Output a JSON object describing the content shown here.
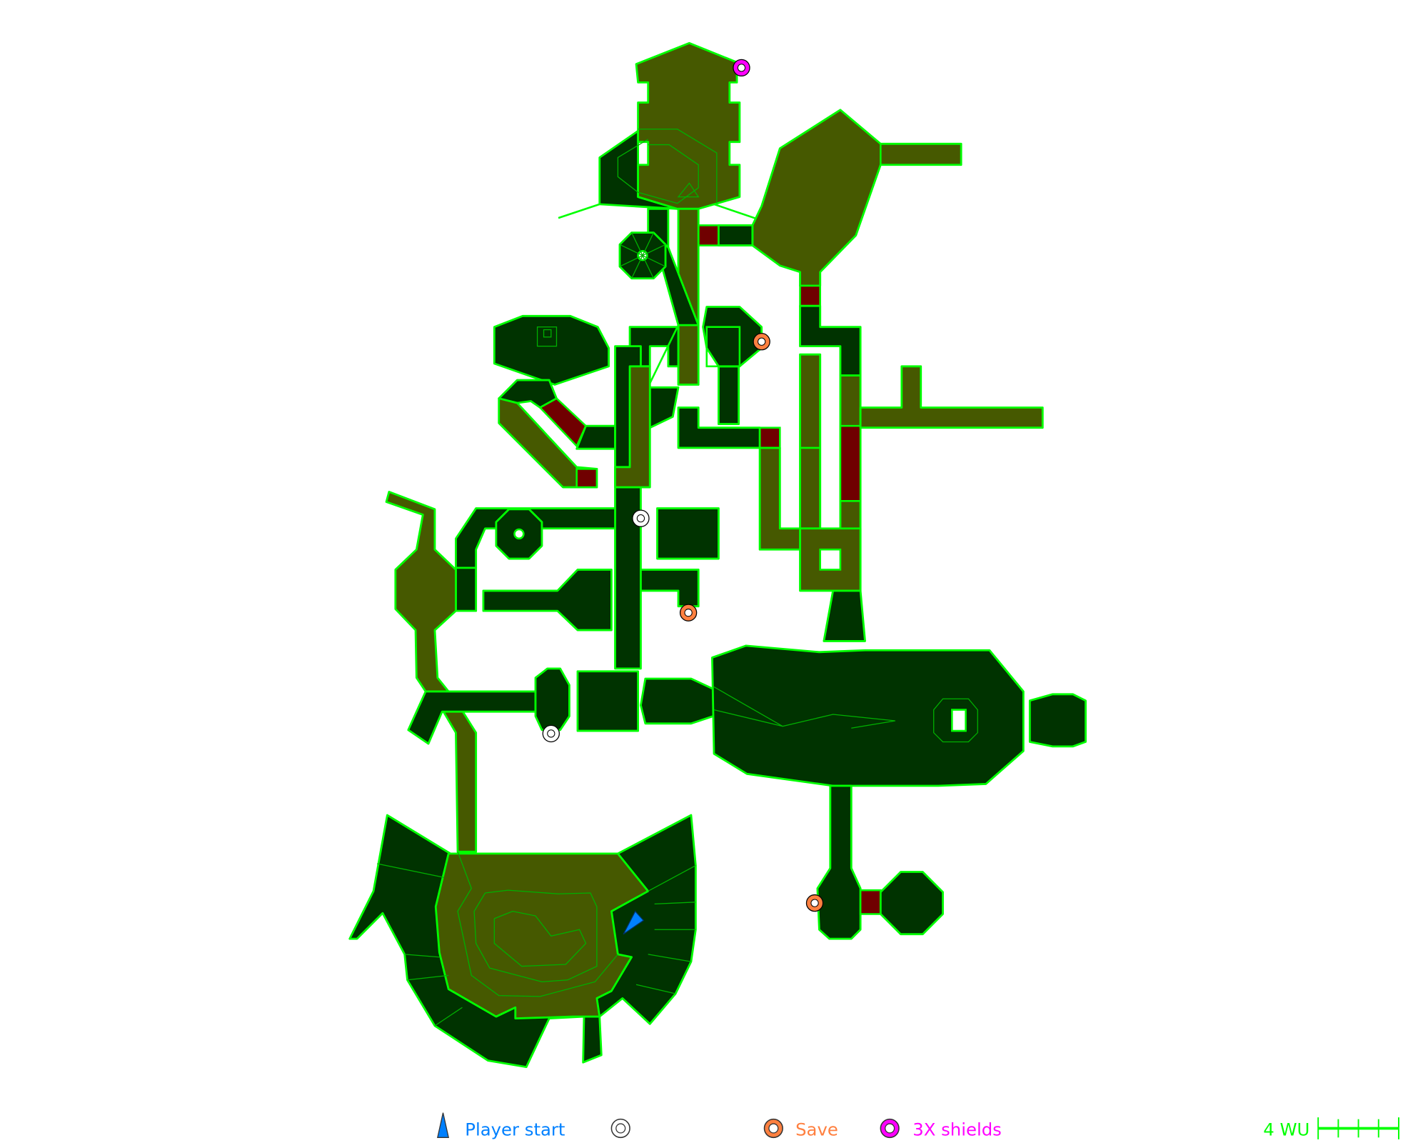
{
  "map": {
    "colors": {
      "floor_low": "#003300",
      "floor_high": "#465900",
      "hazard": "#700000",
      "outline": "#00ff00"
    },
    "markers": [
      {
        "type": "3x-shields"
      },
      {
        "type": "save"
      },
      {
        "type": "item"
      },
      {
        "type": "save"
      },
      {
        "type": "item"
      },
      {
        "type": "save"
      },
      {
        "type": "player-start"
      }
    ]
  },
  "legend": {
    "player_start": {
      "label": "Player start",
      "color": "#0080ff"
    },
    "item": {
      "label": ""
    },
    "save": {
      "label": "Save",
      "color": "#ff8040"
    },
    "shields": {
      "label": "3X shields",
      "color": "#ff00ff"
    },
    "scale": {
      "label": "4 WU",
      "segments": 4,
      "color": "#00ff00"
    }
  }
}
